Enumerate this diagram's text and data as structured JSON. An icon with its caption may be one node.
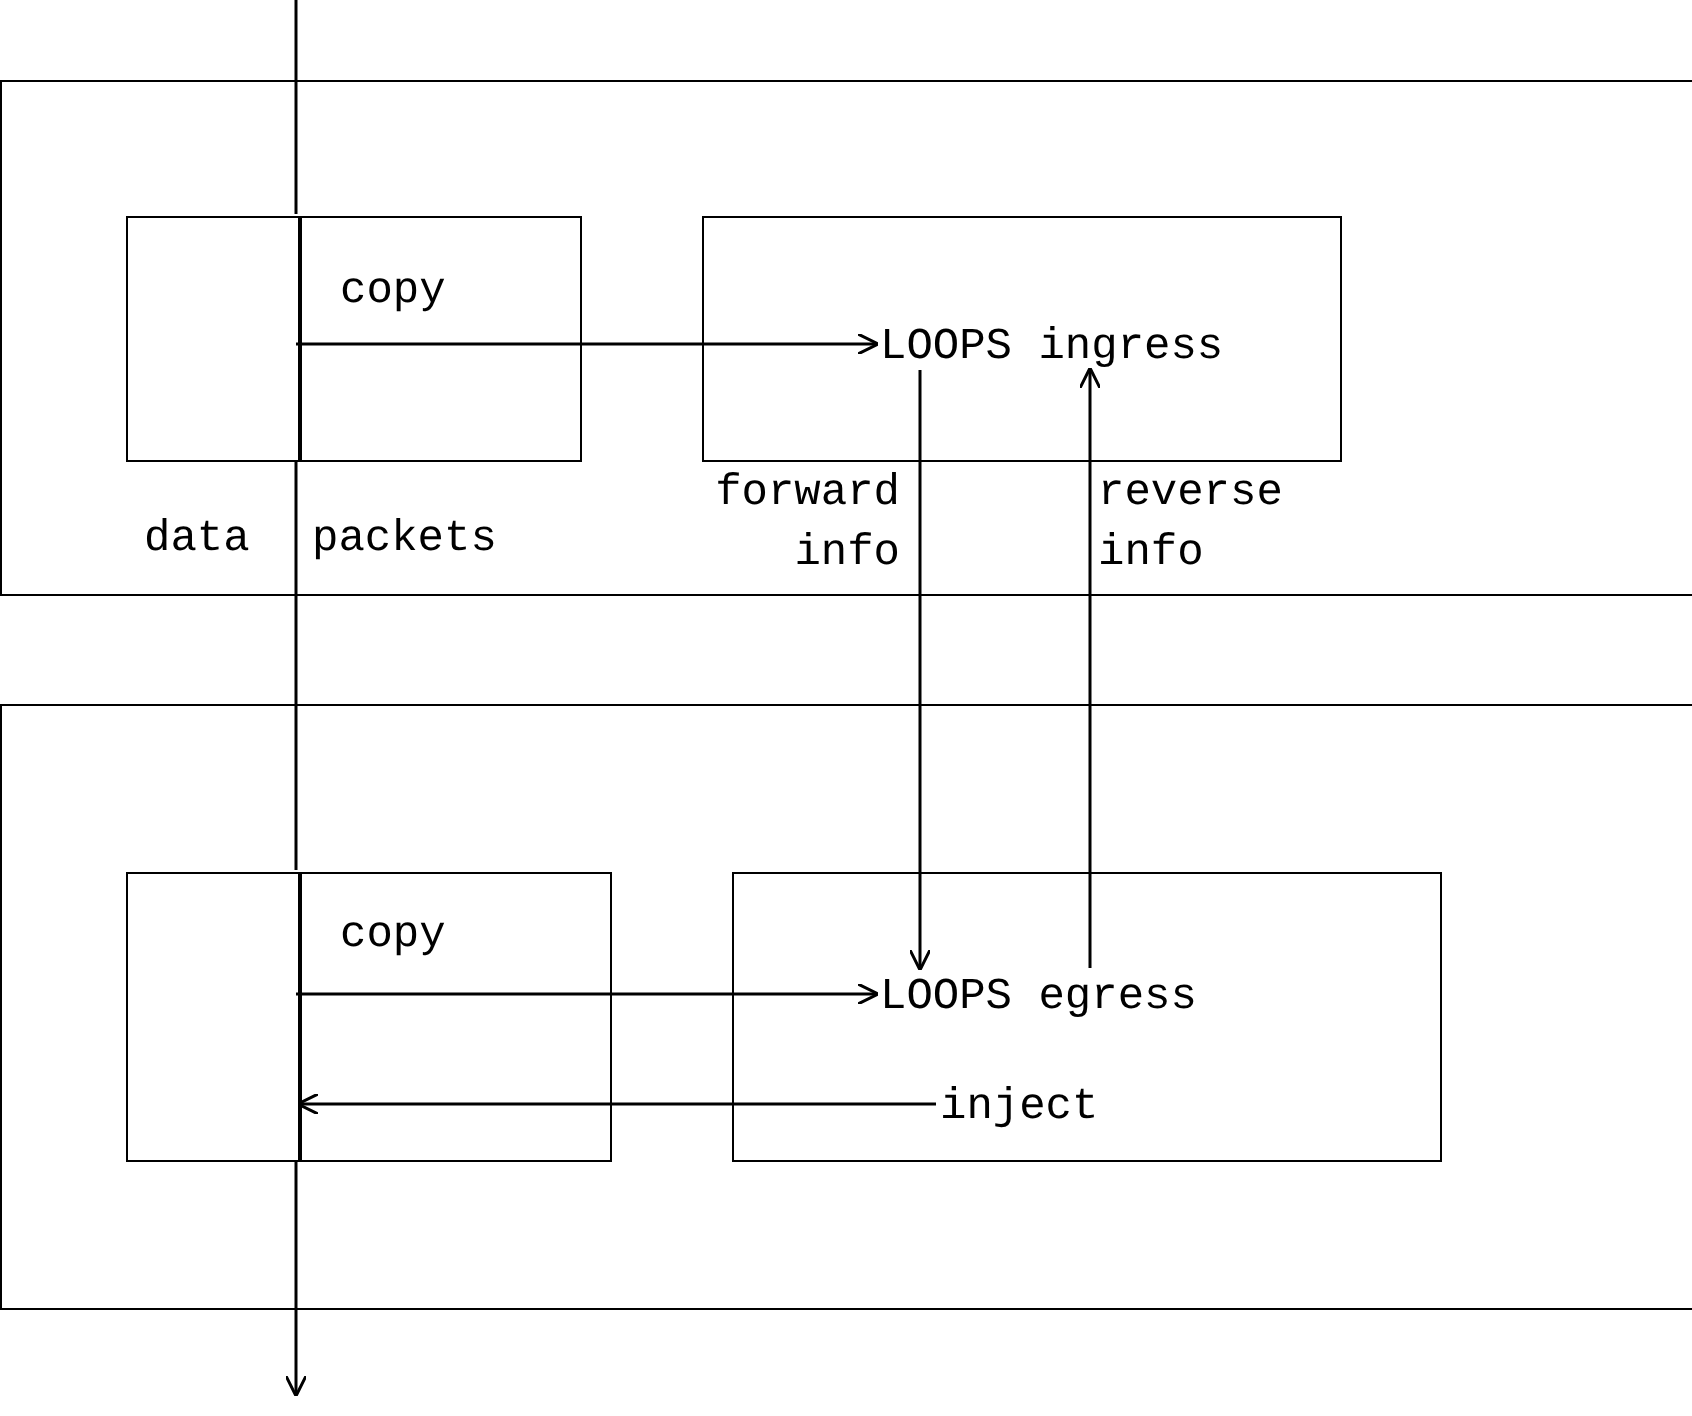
{
  "diagram": {
    "nodes": [
      {
        "text": [],
        "shape": "box"
      },
      {
        "text": [
          "copy"
        ],
        "in": 0,
        "beside": [
          "data",
          "packets"
        ]
      },
      {
        "text": [],
        "shape": "box",
        "in": 0
      },
      {
        "text": [
          "LOOPS ingress"
        ],
        "in": 2
      },
      {
        "text": [],
        "shape": "box"
      },
      {
        "text": [
          "copy"
        ],
        "in": 4
      },
      {
        "text": [],
        "shape": "box",
        "in": 4
      },
      {
        "text": [
          "LOOPS egress"
        ],
        "in": 6
      },
      {
        "text": [
          "inject"
        ],
        "in": 6
      }
    ],
    "edges": [
      {
        "from": null,
        "to": 1,
        "arrow": "none"
      },
      {
        "from": 1,
        "to": 5,
        "arrow": "none"
      },
      {
        "from": 5,
        "to": null,
        "arrow": "to"
      },
      {
        "from": 1,
        "to": 3,
        "arrow": "to"
      },
      {
        "from": 3,
        "to": 7,
        "arrow": "to",
        "label": "forward info"
      },
      {
        "from": 7,
        "to": 3,
        "arrow": "to",
        "label": "reverse info"
      },
      {
        "from": 5,
        "to": 7,
        "arrow": "to"
      },
      {
        "from": 8,
        "to": 5,
        "arrow": "to"
      }
    ]
  }
}
